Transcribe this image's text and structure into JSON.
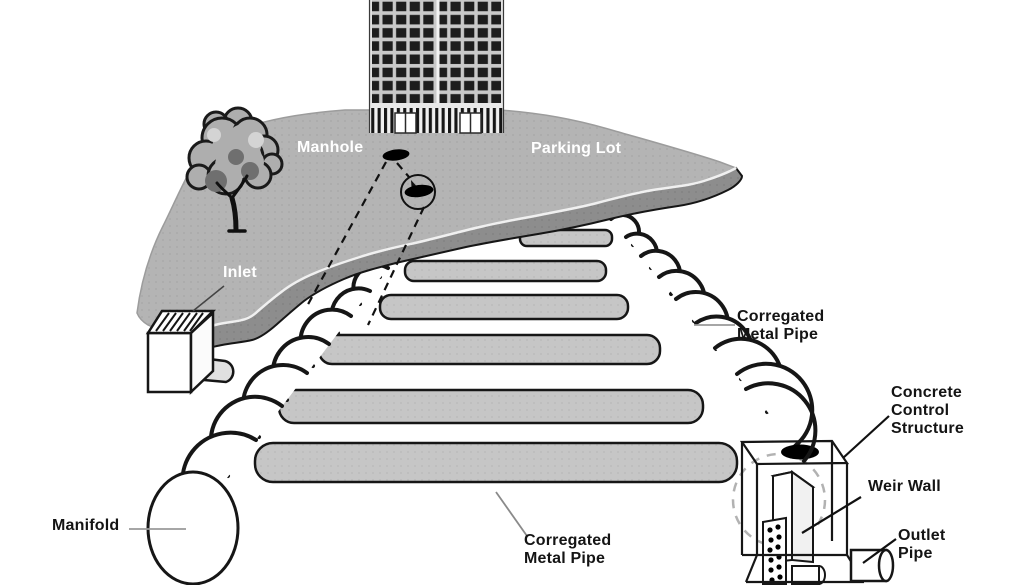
{
  "diagram": {
    "labels": {
      "manhole": "Manhole",
      "parking_lot": "Parking Lot",
      "inlet": "Inlet",
      "cmp_right": {
        "line1": "Corregated",
        "line2": "Metal Pipe"
      },
      "concrete_control_structure": {
        "line1": "Concrete",
        "line2": "Control",
        "line3": "Structure"
      },
      "weir_wall": "Weir Wall",
      "outlet_pipe": {
        "line1": "Outlet",
        "line2": "Pipe"
      },
      "manifold": "Manifold",
      "cmp_bottom": {
        "line1": "Corregated",
        "line2": "Metal Pipe"
      }
    },
    "colors": {
      "background": "#ffffff",
      "lot_surface": "#b4b4b4",
      "lot_edge": "#8d8d8d",
      "lot_highlight": "#f0f0f0",
      "pipe_fill": "#c5c5c5",
      "line": "#161616",
      "label_on_lot": "#ffffff",
      "label_dark": "#141414",
      "manhole_cover": "#000000"
    }
  }
}
